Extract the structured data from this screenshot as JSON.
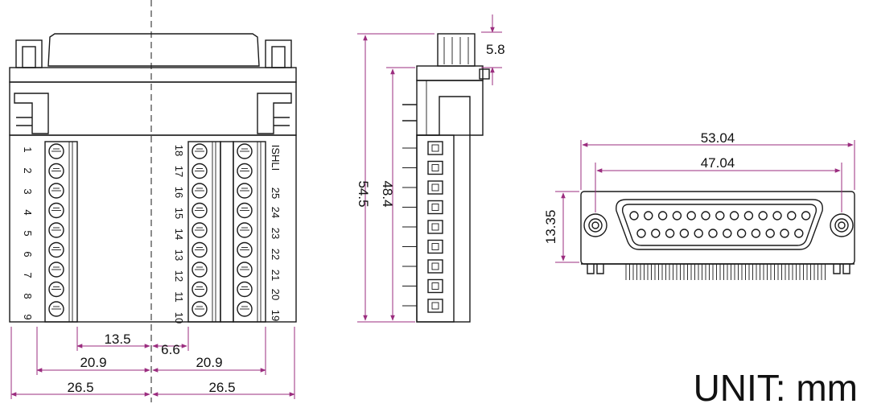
{
  "front_view": {
    "pins_left": [
      "1",
      "2",
      "3",
      "4",
      "5",
      "6",
      "7",
      "8",
      "9"
    ],
    "pins_center": [
      "18",
      "17",
      "16",
      "15",
      "14",
      "13",
      "12",
      "11",
      "10"
    ],
    "pins_right": [
      "ISHLI",
      "25",
      "24",
      "23",
      "22",
      "21",
      "20",
      "19"
    ],
    "dims": {
      "d13_5": "13.5",
      "d6_6": "6.6",
      "d20_9_left": "20.9",
      "d20_9_right": "20.9",
      "d26_5_left": "26.5",
      "d26_5_right": "26.5"
    }
  },
  "side_view": {
    "dims": {
      "d5_8": "5.8",
      "d54_5": "54.5",
      "d48_4": "48.4"
    }
  },
  "top_view": {
    "dims": {
      "d53_04": "53.04",
      "d47_04": "47.04",
      "d13_35": "13.35"
    }
  },
  "unit_label": "UNIT: mm",
  "colors": {
    "dimension": "#9b2d7f",
    "line": "#1a1a1a"
  }
}
